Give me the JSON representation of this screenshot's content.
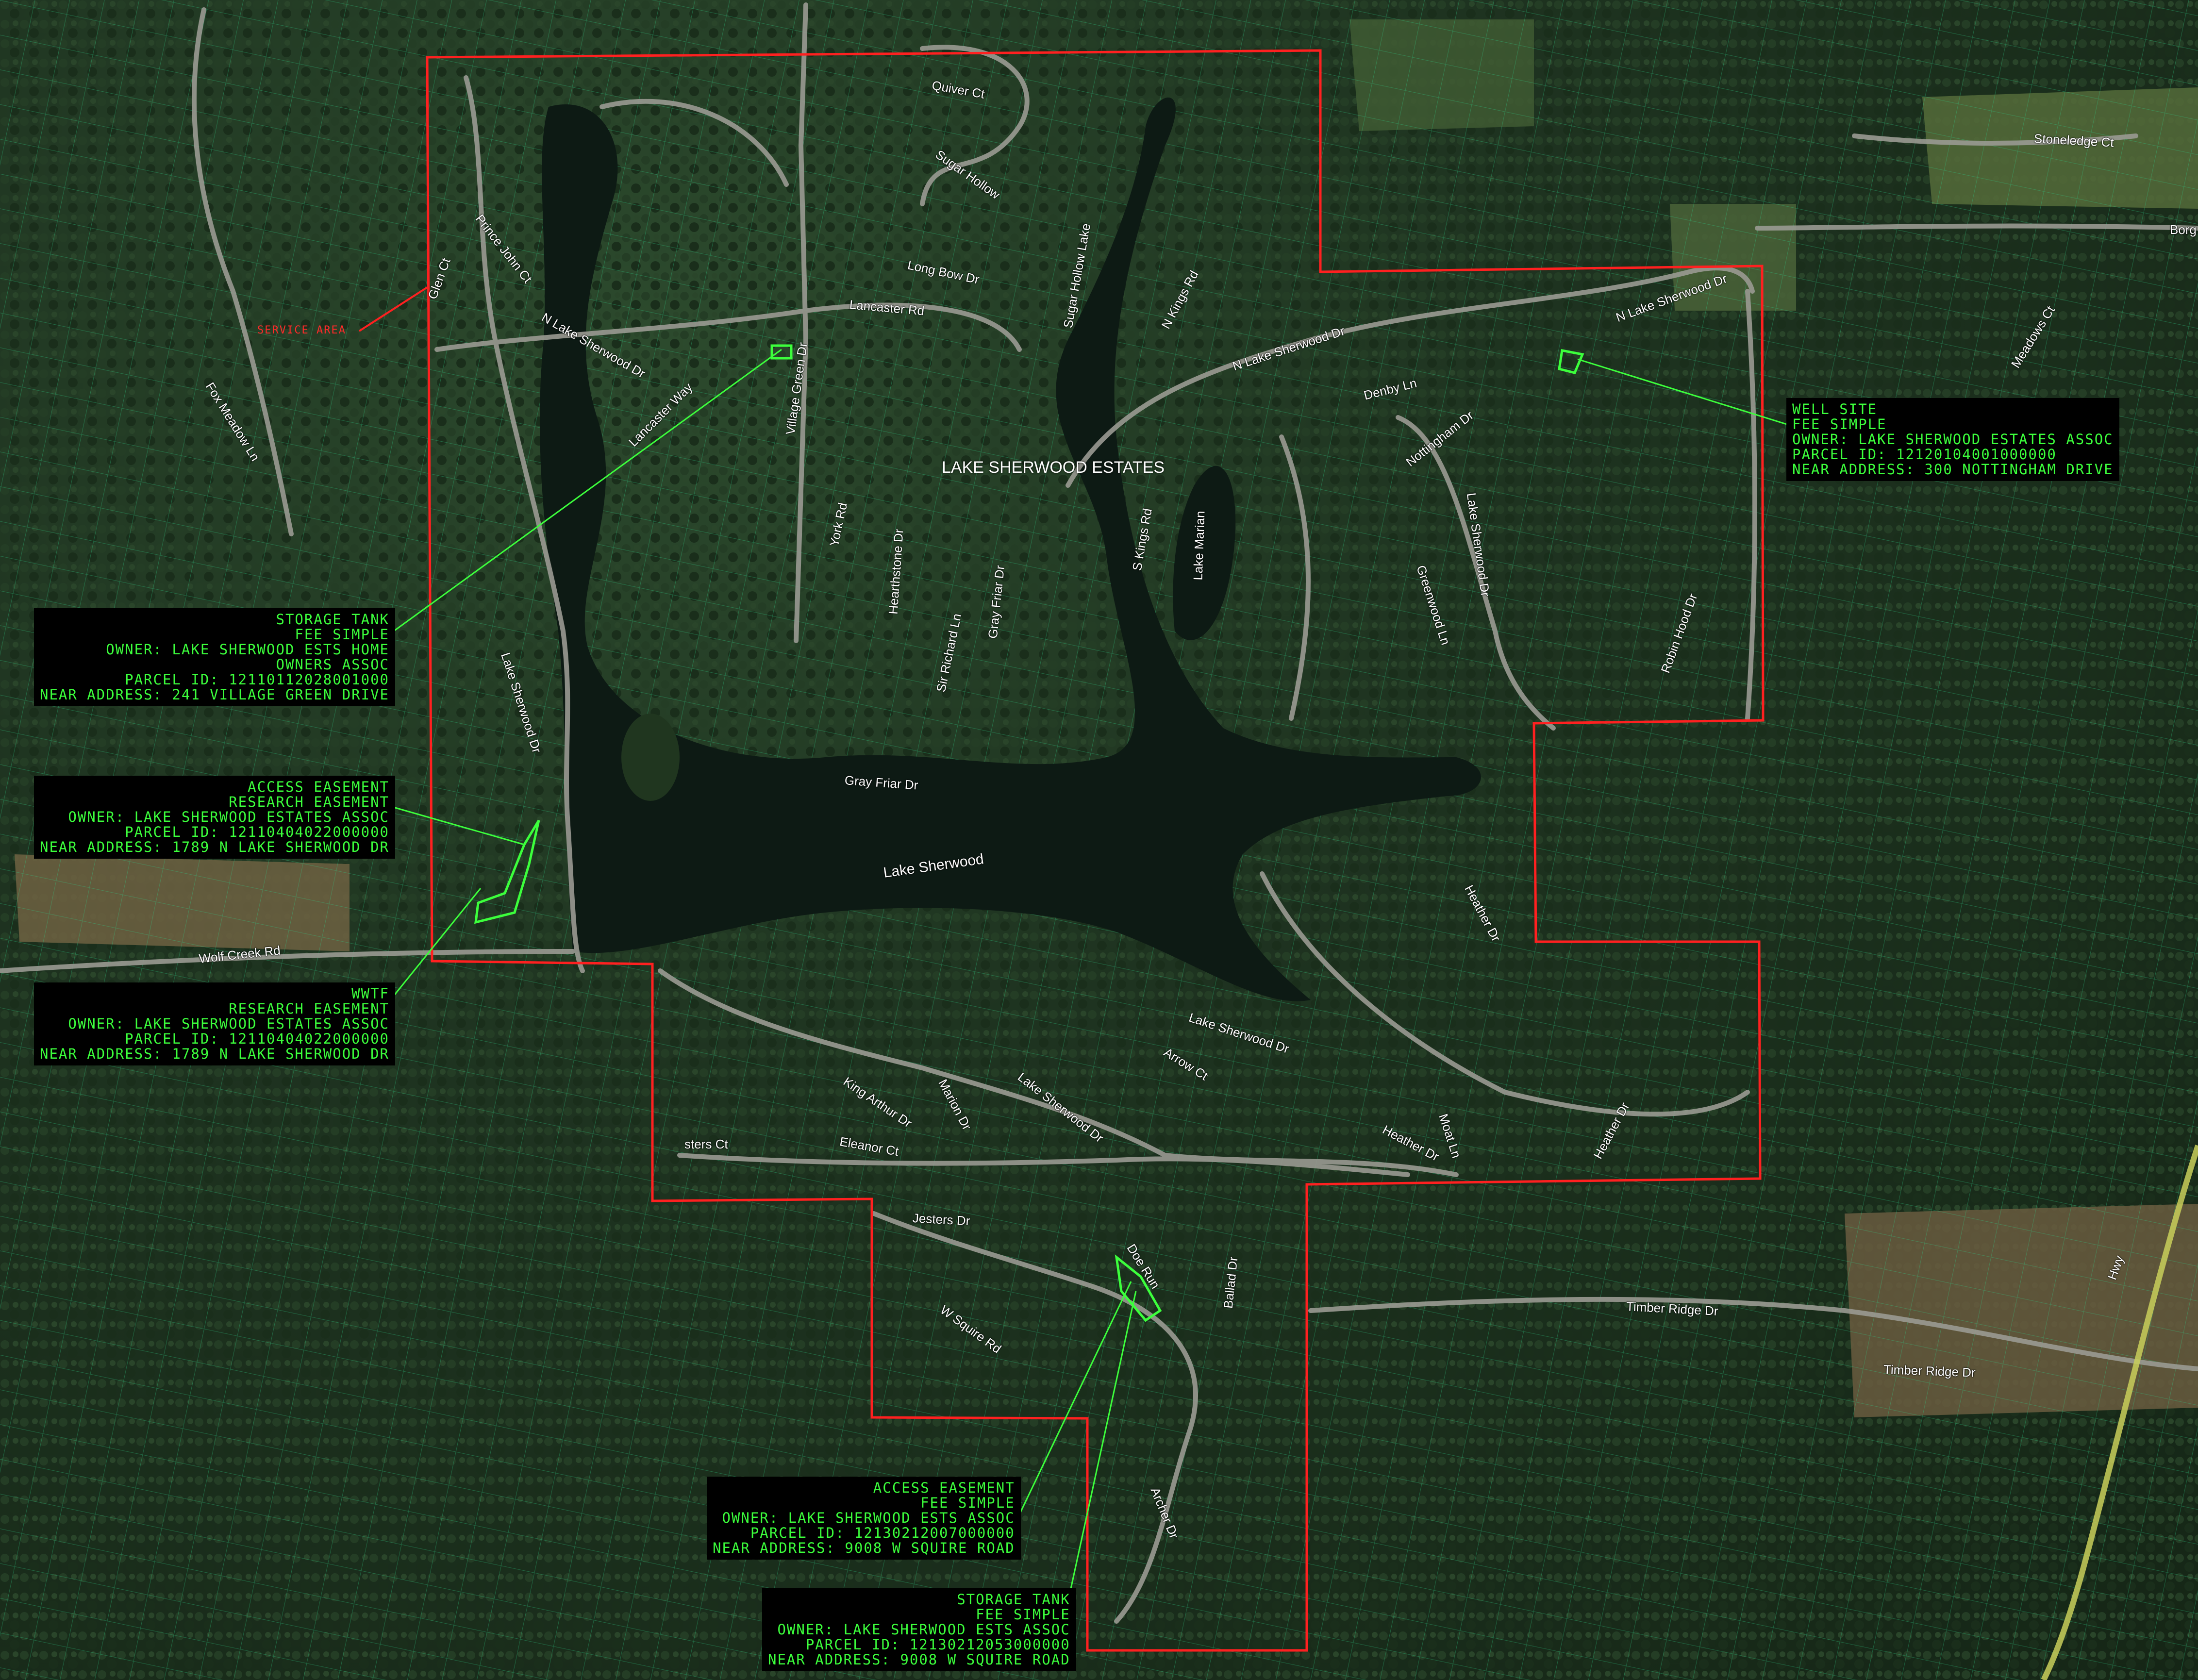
{
  "map": {
    "title": "LAKE SHERWOOD ESTATES",
    "service_area_label": "SERVICE AREA",
    "colors": {
      "boundary": "#ff2020",
      "parcel_lines": "#2fd08a",
      "callout_text": "#3cff3c",
      "callout_bg": "#000000",
      "water": "#0d1a14",
      "forest": "#1e3320",
      "field": "#7a6b4c",
      "road": "#9a9a92"
    },
    "water_labels": {
      "lake_sherwood": "Lake Sherwood",
      "sugar_hollow_lake": "Sugar Hollow Lake",
      "lake_marian": "Lake Marian"
    },
    "roads": {
      "quiver_ct": "Quiver Ct",
      "sugar_hollow": "Sugar Hollow",
      "long_bow_dr": "Long Bow Dr",
      "lancaster_rd": "Lancaster Rd",
      "lancaster_way": "Lancaster Way",
      "village_green_dr": "Village Green Dr",
      "n_lake_sherwood_dr_west": "N Lake Sherwood Dr",
      "prince_john_ct": "Prince John Ct",
      "glen_ct": "Glen Ct",
      "fox_meadow_ln": "Fox Meadow Ln",
      "york_rd": "York Rd",
      "hearthstone_dr": "Hearthstone Dr",
      "sir_richard_ln": "Sir Richard Ln",
      "gray_friar_dr_n": "Gray Friar Dr",
      "gray_friar_dr_s": "Gray Friar Dr",
      "lake_sherwood_dr_west": "Lake Sherwood Dr",
      "n_kings_rd": "N Kings Rd",
      "s_kings_rd": "S Kings Rd",
      "n_lake_sherwood_dr_mid": "N Lake Sherwood Dr",
      "n_lake_sherwood_dr_east": "N Lake Sherwood Dr",
      "denby_ln": "Denby Ln",
      "nottingham_dr": "Nottingham Dr",
      "greenwood_ln": "Greenwood Ln",
      "lake_sherwood_dr_east": "Lake Sherwood Dr",
      "robin_hood_dr": "Robin Hood Dr",
      "stoneledge_ct": "Stoneledge Ct",
      "borg": "Borg",
      "meadows_ct": "Meadows Ct",
      "heather_dr_n": "Heather Dr",
      "lake_sherwood_dr_south": "Lake Sherwood Dr",
      "arrow_ct": "Arrow Ct",
      "moat_ln": "Moat Ln",
      "heather_dr_s": "Heather Dr",
      "heather_dr_se": "Heather Dr",
      "king_arthur_dr": "King Arthur Dr",
      "marion_dr": "Marion Dr",
      "lake_sherwood_dr_sc": "Lake Sherwood Dr",
      "jesters_ct": "sters Ct",
      "eleanor_ct": "Eleanor Ct",
      "jesters_dr": "Jesters Dr",
      "doe_run": "Doe Run",
      "ballad_dr": "Ballad Dr",
      "w_squire_rd": "W Squire Rd",
      "archer_dr": "Archer Dr",
      "wolf_creek_rd": "Wolf Creek Rd",
      "timber_ridge_dr_1": "Timber Ridge Dr",
      "timber_ridge_dr_2": "Timber Ridge Dr",
      "hwy": "Hwy"
    },
    "callouts": {
      "storage_tank_1": {
        "lines": [
          "STORAGE TANK",
          "FEE SIMPLE",
          "OWNER: LAKE SHERWOOD ESTS HOME",
          "OWNERS ASSOC",
          "PARCEL ID: 12110112028001000",
          "NEAR ADDRESS: 241 VILLAGE GREEN DRIVE"
        ]
      },
      "well_site": {
        "lines": [
          "WELL SITE",
          "FEE SIMPLE",
          "OWNER: LAKE SHERWOOD ESTATES ASSOC",
          "PARCEL ID: 12120104001000000",
          "NEAR ADDRESS: 300 NOTTINGHAM DRIVE"
        ]
      },
      "access_easement_1": {
        "lines": [
          "ACCESS EASEMENT",
          "RESEARCH EASEMENT",
          "OWNER: LAKE SHERWOOD ESTATES ASSOC",
          "PARCEL ID: 12110404022000000",
          "NEAR ADDRESS: 1789 N LAKE SHERWOOD DR"
        ]
      },
      "wwtf": {
        "lines": [
          "WWTF",
          "RESEARCH EASEMENT",
          "OWNER: LAKE SHERWOOD ESTATES ASSOC",
          "PARCEL ID: 12110404022000000",
          "NEAR ADDRESS: 1789 N LAKE SHERWOOD DR"
        ]
      },
      "access_easement_2": {
        "lines": [
          "ACCESS EASEMENT",
          "FEE SIMPLE",
          "OWNER: LAKE SHERWOOD ESTS ASSOC",
          "PARCEL ID: 12130212007000000",
          "NEAR ADDRESS: 9008 W SQUIRE ROAD"
        ]
      },
      "storage_tank_2": {
        "lines": [
          "STORAGE TANK",
          "FEE SIMPLE",
          "OWNER: LAKE SHERWOOD ESTS ASSOC",
          "PARCEL ID: 12130212053000000",
          "NEAR ADDRESS: 9008 W SQUIRE ROAD"
        ]
      }
    }
  }
}
